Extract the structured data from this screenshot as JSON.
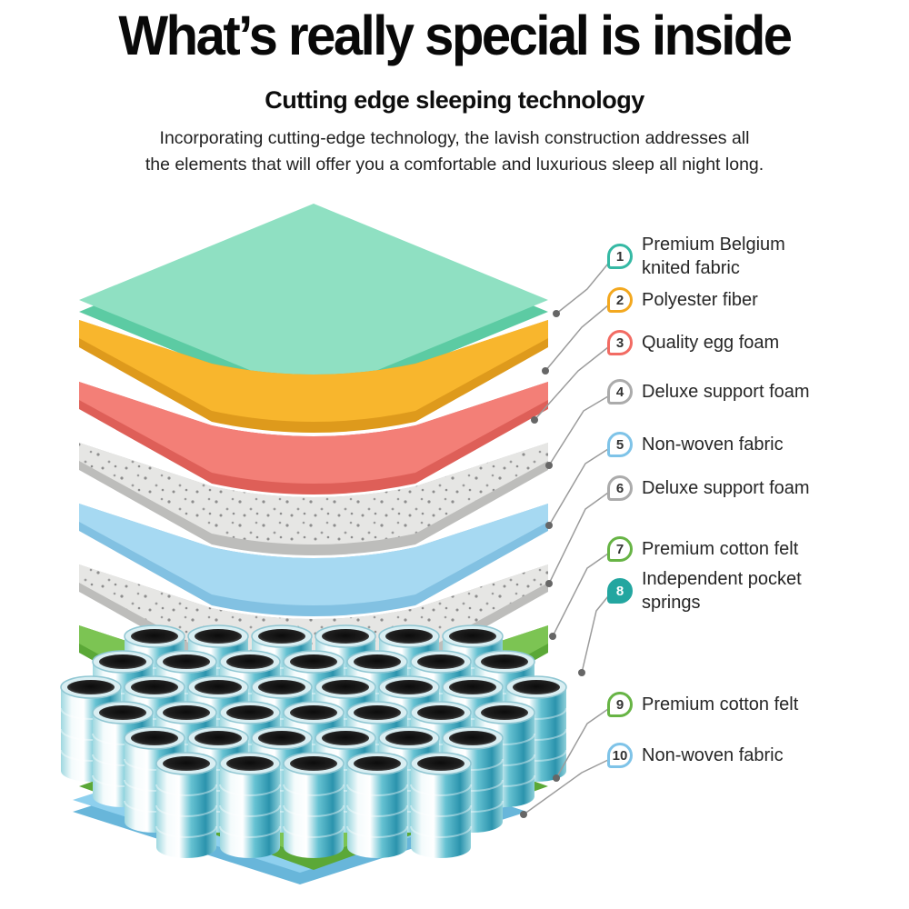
{
  "header": {
    "title": "What’s really special is inside",
    "subtitle": "Cutting edge sleeping technology",
    "description": "Incorporating cutting-edge technology, the lavish construction addresses all\nthe elements that will offer you a comfortable and luxurious sleep all night long."
  },
  "legend": {
    "items": [
      {
        "number": "1",
        "label": "Premium Belgium\nknited fabric",
        "color": "#35B9A4",
        "filled": false
      },
      {
        "number": "2",
        "label": "Polyester fiber",
        "color": "#F3A81F",
        "filled": false
      },
      {
        "number": "3",
        "label": "Quality egg foam",
        "color": "#F26B63",
        "filled": false
      },
      {
        "number": "4",
        "label": "Deluxe support foam",
        "color": "#ABABAB",
        "filled": false
      },
      {
        "number": "5",
        "label": "Non-woven fabric",
        "color": "#7EC3E8",
        "filled": false
      },
      {
        "number": "6",
        "label": "Deluxe support foam",
        "color": "#ABABAB",
        "filled": false
      },
      {
        "number": "7",
        "label": "Premium cotton felt",
        "color": "#67B445",
        "filled": false
      },
      {
        "number": "8",
        "label": "Independent pocket\nsprings",
        "color": "#23A6A0",
        "filled": true
      },
      {
        "number": "9",
        "label": "Premium cotton felt",
        "color": "#67B445",
        "filled": false
      },
      {
        "number": "10",
        "label": "Non-woven fabric",
        "color": "#7EC3E8",
        "filled": false
      }
    ]
  },
  "diagram": {
    "layers": [
      {
        "name": "premium-belgium-knited-fabric",
        "color": "#8FE0C2",
        "side": "#5CCBA3"
      },
      {
        "name": "polyester-fiber",
        "color": "#F8B62D",
        "side": "#DE9A1C"
      },
      {
        "name": "quality-egg-foam",
        "color": "#F37F77",
        "side": "#DE5F58"
      },
      {
        "name": "deluxe-support-foam-upper",
        "color": "#E6E6E4",
        "side": "#BDBDBB"
      },
      {
        "name": "non-woven-fabric-upper",
        "color": "#A6D9F2",
        "side": "#82C1E2"
      },
      {
        "name": "deluxe-support-foam-lower",
        "color": "#E6E6E4",
        "side": "#BDBDBB"
      },
      {
        "name": "premium-cotton-felt-upper",
        "color": "#7CC453",
        "side": "#5BA837"
      },
      {
        "name": "independent-pocket-springs",
        "color": "#4FB7C9",
        "side": "#2E8FA8"
      },
      {
        "name": "premium-cotton-felt-lower",
        "color": "#7CC453",
        "side": "#5BA837"
      },
      {
        "name": "non-woven-fabric-bottom",
        "color": "#8ED0EE",
        "side": "#68B6DA"
      }
    ]
  }
}
